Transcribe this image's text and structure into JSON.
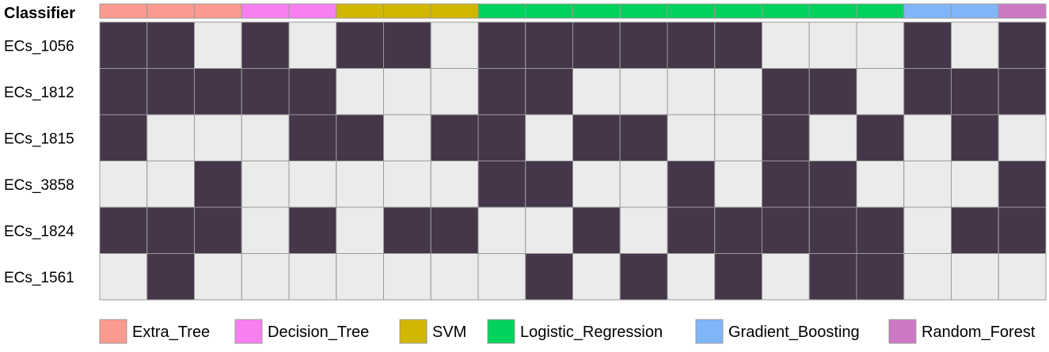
{
  "chart_data": {
    "type": "heatmap",
    "title": "",
    "annotation_label": "Classifier",
    "rows": [
      "ECs_1056",
      "ECs_1812",
      "ECs_1815",
      "ECs_3858",
      "ECs_1824",
      "ECs_1561"
    ],
    "column_classifiers": [
      "Extra_Tree",
      "Extra_Tree",
      "Extra_Tree",
      "Decision_Tree",
      "Decision_Tree",
      "SVM",
      "SVM",
      "SVM",
      "Logistic_Regression",
      "Logistic_Regression",
      "Logistic_Regression",
      "Logistic_Regression",
      "Logistic_Regression",
      "Logistic_Regression",
      "Logistic_Regression",
      "Logistic_Regression",
      "Logistic_Regression",
      "Gradient_Boosting",
      "Gradient_Boosting",
      "Random_Forest"
    ],
    "matrix": [
      [
        1,
        1,
        0,
        1,
        0,
        1,
        1,
        0,
        1,
        1,
        1,
        1,
        1,
        1,
        0,
        0,
        0,
        1,
        0,
        1
      ],
      [
        1,
        1,
        1,
        1,
        1,
        0,
        0,
        0,
        1,
        1,
        0,
        0,
        0,
        0,
        1,
        1,
        0,
        1,
        1,
        1
      ],
      [
        1,
        0,
        0,
        0,
        1,
        1,
        0,
        1,
        1,
        0,
        1,
        1,
        0,
        0,
        1,
        0,
        1,
        0,
        1,
        0
      ],
      [
        0,
        0,
        1,
        0,
        0,
        0,
        0,
        0,
        1,
        1,
        0,
        0,
        1,
        0,
        1,
        1,
        0,
        0,
        0,
        1
      ],
      [
        1,
        1,
        1,
        0,
        1,
        0,
        1,
        1,
        0,
        0,
        1,
        0,
        1,
        1,
        1,
        1,
        1,
        0,
        1,
        1
      ],
      [
        0,
        1,
        0,
        0,
        0,
        0,
        0,
        0,
        0,
        1,
        0,
        1,
        0,
        1,
        0,
        1,
        1,
        0,
        0,
        0
      ]
    ],
    "value_colors": {
      "1": "#45364a",
      "0": "#ebebeb"
    },
    "legend": {
      "placement": "bottom",
      "entries": [
        {
          "name": "Extra_Tree",
          "color": "#fb9a8e"
        },
        {
          "name": "Decision_Tree",
          "color": "#f77ff0"
        },
        {
          "name": "SVM",
          "color": "#d2b700"
        },
        {
          "name": "Logistic_Regression",
          "color": "#00d25c"
        },
        {
          "name": "Gradient_Boosting",
          "color": "#80b5f8"
        },
        {
          "name": "Random_Forest",
          "color": "#cd78c4"
        }
      ]
    }
  }
}
